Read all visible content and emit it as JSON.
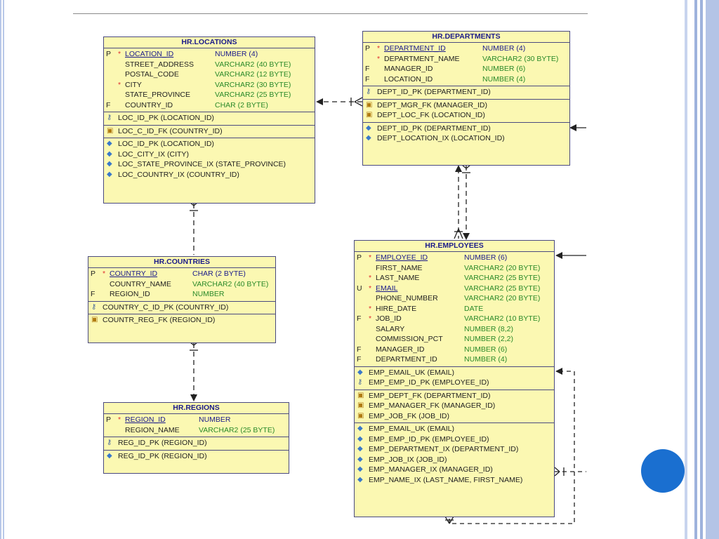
{
  "colors": {
    "entity_bg": "#fbf8b2",
    "title_text": "#1a1a8a",
    "pk_text": "#1a1a8a",
    "type_text": "#2a8a2a",
    "mandatory_star": "#e03030",
    "accent_circle": "#1a6fd0",
    "frame_blue": "#b8c8e8"
  },
  "entities": {
    "locations": {
      "title": "HR.LOCATIONS",
      "columns": [
        {
          "flag": "P",
          "star": "*",
          "name": "LOCATION_ID",
          "type": "NUMBER (4)"
        },
        {
          "flag": "",
          "star": "",
          "name": "STREET_ADDRESS",
          "type": "VARCHAR2 (40 BYTE)"
        },
        {
          "flag": "",
          "star": "",
          "name": "POSTAL_CODE",
          "type": "VARCHAR2 (12 BYTE)"
        },
        {
          "flag": "",
          "star": "*",
          "name": "CITY",
          "type": "VARCHAR2 (30 BYTE)"
        },
        {
          "flag": "",
          "star": "",
          "name": "STATE_PROVINCE",
          "type": "VARCHAR2 (25 BYTE)"
        },
        {
          "flag": "F",
          "star": "",
          "name": "COUNTRY_ID",
          "type": "CHAR (2 BYTE)"
        }
      ],
      "pk": [
        "LOC_ID_PK (LOCATION_ID)"
      ],
      "fk": [
        "LOC_C_ID_FK (COUNTRY_ID)"
      ],
      "idx": [
        "LOC_ID_PK (LOCATION_ID)",
        "LOC_CITY_IX (CITY)",
        "LOC_STATE_PROVINCE_IX (STATE_PROVINCE)",
        "LOC_COUNTRY_IX (COUNTRY_ID)"
      ]
    },
    "departments": {
      "title": "HR.DEPARTMENTS",
      "columns": [
        {
          "flag": "P",
          "star": "*",
          "name": "DEPARTMENT_ID",
          "type": "NUMBER (4)"
        },
        {
          "flag": "",
          "star": "*",
          "name": "DEPARTMENT_NAME",
          "type": "VARCHAR2 (30 BYTE)"
        },
        {
          "flag": "F",
          "star": "",
          "name": "MANAGER_ID",
          "type": "NUMBER (6)"
        },
        {
          "flag": "F",
          "star": "",
          "name": "LOCATION_ID",
          "type": "NUMBER (4)"
        }
      ],
      "pk": [
        "DEPT_ID_PK (DEPARTMENT_ID)"
      ],
      "fk": [
        "DEPT_MGR_FK (MANAGER_ID)",
        "DEPT_LOC_FK (LOCATION_ID)"
      ],
      "idx": [
        "DEPT_ID_PK (DEPARTMENT_ID)",
        "DEPT_LOCATION_IX (LOCATION_ID)"
      ]
    },
    "countries": {
      "title": "HR.COUNTRIES",
      "columns": [
        {
          "flag": "P",
          "star": "*",
          "name": "COUNTRY_ID",
          "type": "CHAR (2 BYTE)"
        },
        {
          "flag": "",
          "star": "",
          "name": "COUNTRY_NAME",
          "type": "VARCHAR2 (40 BYTE)"
        },
        {
          "flag": "F",
          "star": "",
          "name": "REGION_ID",
          "type": "NUMBER"
        }
      ],
      "pk": [
        "COUNTRY_C_ID_PK (COUNTRY_ID)"
      ],
      "fk": [
        "COUNTR_REG_FK (REGION_ID)"
      ]
    },
    "regions": {
      "title": "HR.REGIONS",
      "columns": [
        {
          "flag": "P",
          "star": "*",
          "name": "REGION_ID",
          "type": "NUMBER"
        },
        {
          "flag": "",
          "star": "",
          "name": "REGION_NAME",
          "type": "VARCHAR2 (25 BYTE)"
        }
      ],
      "pk": [
        "REG_ID_PK (REGION_ID)"
      ],
      "idx": [
        "REG_ID_PK (REGION_ID)"
      ]
    },
    "employees": {
      "title": "HR.EMPLOYEES",
      "columns": [
        {
          "flag": "P",
          "star": "*",
          "name": "EMPLOYEE_ID",
          "type": "NUMBER (6)"
        },
        {
          "flag": "",
          "star": "",
          "name": "FIRST_NAME",
          "type": "VARCHAR2 (20 BYTE)"
        },
        {
          "flag": "",
          "star": "*",
          "name": "LAST_NAME",
          "type": "VARCHAR2 (25 BYTE)"
        },
        {
          "flag": "U",
          "star": "*",
          "name": "EMAIL",
          "type": "VARCHAR2 (25 BYTE)"
        },
        {
          "flag": "",
          "star": "",
          "name": "PHONE_NUMBER",
          "type": "VARCHAR2 (20 BYTE)"
        },
        {
          "flag": "",
          "star": "*",
          "name": "HIRE_DATE",
          "type": "DATE"
        },
        {
          "flag": "F",
          "star": "*",
          "name": "JOB_ID",
          "type": "VARCHAR2 (10 BYTE)"
        },
        {
          "flag": "",
          "star": "",
          "name": "SALARY",
          "type": "NUMBER (8,2)"
        },
        {
          "flag": "",
          "star": "",
          "name": "COMMISSION_PCT",
          "type": "NUMBER (2,2)"
        },
        {
          "flag": "F",
          "star": "",
          "name": "MANAGER_ID",
          "type": "NUMBER (6)"
        },
        {
          "flag": "F",
          "star": "",
          "name": "DEPARTMENT_ID",
          "type": "NUMBER (4)"
        }
      ],
      "uk": [
        "EMP_EMAIL_UK (EMAIL)"
      ],
      "pk": [
        "EMP_EMP_ID_PK (EMPLOYEE_ID)"
      ],
      "fk": [
        "EMP_DEPT_FK (DEPARTMENT_ID)",
        "EMP_MANAGER_FK (MANAGER_ID)",
        "EMP_JOB_FK (JOB_ID)"
      ],
      "idx": [
        "EMP_EMAIL_UK (EMAIL)",
        "EMP_EMP_ID_PK (EMPLOYEE_ID)",
        "EMP_DEPARTMENT_IX (DEPARTMENT_ID)",
        "EMP_JOB_IX (JOB_ID)",
        "EMP_MANAGER_IX (MANAGER_ID)",
        "EMP_NAME_IX (LAST_NAME, FIRST_NAME)"
      ]
    }
  }
}
